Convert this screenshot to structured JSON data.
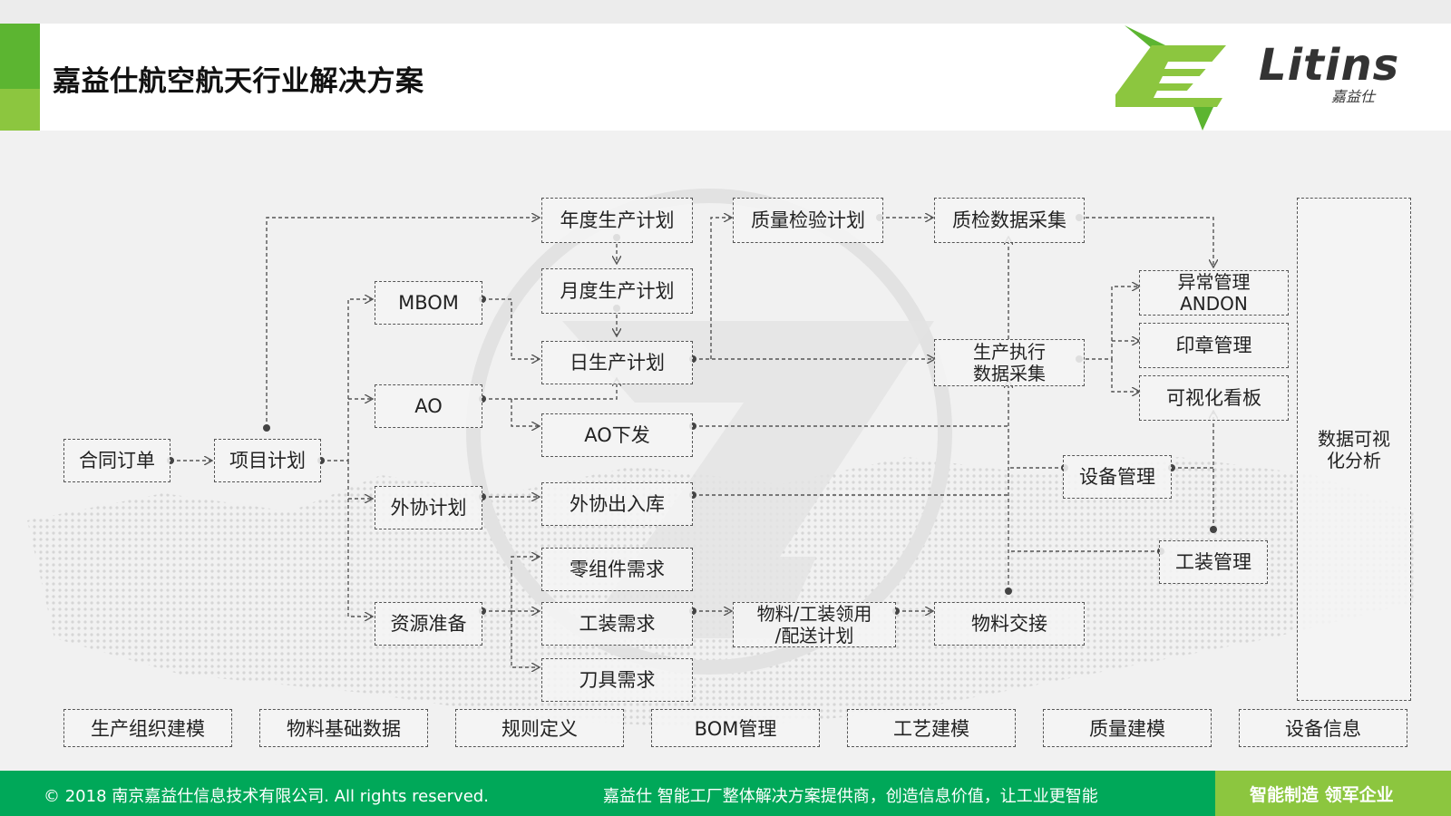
{
  "header": {
    "title": "嘉益仕航空航天行业解决方案",
    "logo_text": "Litins",
    "logo_sub": "嘉益仕"
  },
  "colors": {
    "green_dark": "#5cb531",
    "green_light": "#8cc63f",
    "footer": "#00a859",
    "line": "#555555"
  },
  "nodes": {
    "contract": "合同订单",
    "project": "项目计划",
    "mbom": "MBOM",
    "ao": "AO",
    "outsource_plan": "外协计划",
    "resource": "资源准备",
    "annual_plan": "年度生产计划",
    "monthly_plan": "月度生产计划",
    "daily_plan": "日生产计划",
    "ao_issue": "AO下发",
    "outsource_stock": "外协出入库",
    "parts_demand": "零组件需求",
    "tooling_demand": "工装需求",
    "cutter_demand": "刀具需求",
    "quality_plan": "质量检验计划",
    "material_plan_1": "物料/工装领用",
    "material_plan_2": "/配送计划",
    "qc_collect": "质检数据采集",
    "prod_collect_1": "生产执行",
    "prod_collect_2": "数据采集",
    "material_handover": "物料交接",
    "equipment": "设备管理",
    "tooling_mgmt": "工装管理",
    "andon_1": "异常管理",
    "andon_2": "ANDON",
    "seal": "印章管理",
    "board": "可视化看板",
    "analysis_1": "数据可视",
    "analysis_2": "化分析"
  },
  "bottom_row": [
    "生产组织建模",
    "物料基础数据",
    "规则定义",
    "BOM管理",
    "工艺建模",
    "质量建模",
    "设备信息"
  ],
  "footer": {
    "copyright": "© 2018 南京嘉益仕信息技术有限公司.  All rights reserved.",
    "slogan": "嘉益仕 智能工厂整体解决方案提供商，创造信息价值，让工业更智能",
    "tagline": "智能制造 领军企业"
  }
}
